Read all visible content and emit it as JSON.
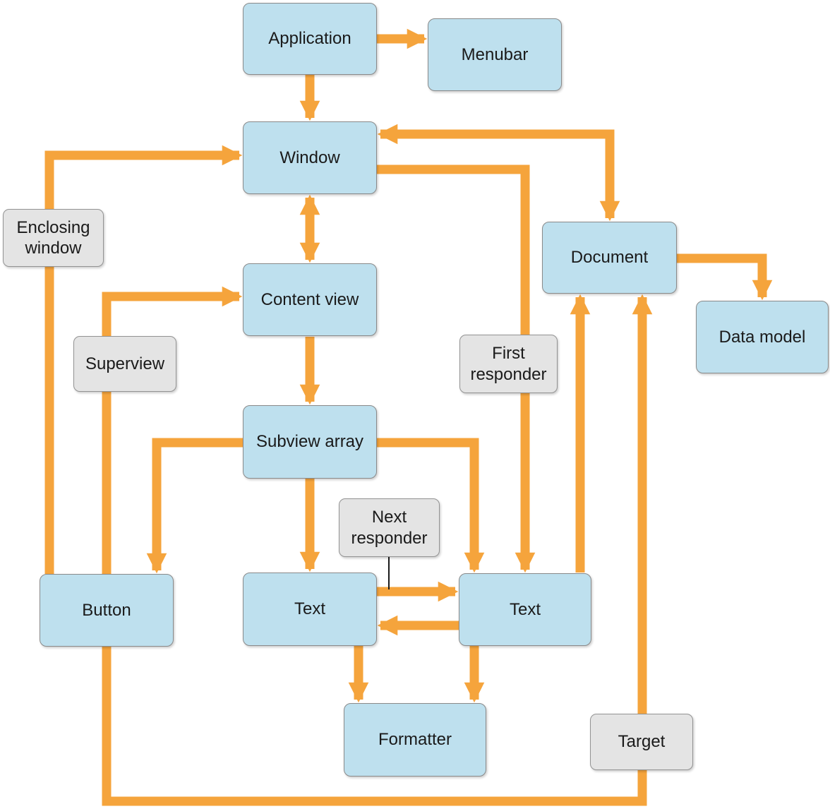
{
  "figure_type": "object-relationship diagram",
  "colors": {
    "background": "#ffffff",
    "node_fill": "#BEE0EE",
    "node_border": "#8a8a8a",
    "label_fill": "#E4E4E4",
    "label_border": "#939393",
    "arrow": "#F5A43C"
  },
  "nodes": {
    "application": {
      "label": "Application"
    },
    "menubar": {
      "label": "Menubar"
    },
    "window": {
      "label": "Window"
    },
    "content_view": {
      "label": "Content view"
    },
    "subview_array": {
      "label": "Subview array"
    },
    "button": {
      "label": "Button"
    },
    "text_left": {
      "label": "Text"
    },
    "text_right": {
      "label": "Text"
    },
    "formatter": {
      "label": "Formatter"
    },
    "document": {
      "label": "Document"
    },
    "data_model": {
      "label": "Data model"
    }
  },
  "annotations": {
    "enclosing_window": {
      "label": "Enclosing window"
    },
    "superview": {
      "label": "Superview"
    },
    "first_responder": {
      "label": "First responder"
    },
    "next_responder": {
      "label": "Next responder"
    },
    "target": {
      "label": "Target"
    }
  },
  "connections": [
    {
      "from": "Application",
      "to": "Menubar"
    },
    {
      "from": "Application",
      "to": "Window"
    },
    {
      "from": "Window",
      "to": "Content view",
      "bidirectional": true
    },
    {
      "from": "Content view",
      "to": "Subview array"
    },
    {
      "from": "Subview array",
      "to": "Button"
    },
    {
      "from": "Subview array",
      "to": "Text (left)"
    },
    {
      "from": "Subview array",
      "to": "Text (right)"
    },
    {
      "from": "Window",
      "to": "Text (right)",
      "label": "First responder"
    },
    {
      "from": "Window",
      "to": "Document",
      "bidirectional": true
    },
    {
      "from": "Text (right)",
      "to": "Document"
    },
    {
      "from": "Button",
      "to": "Document",
      "label": "Target"
    },
    {
      "from": "Button",
      "to": "Window",
      "label": "Enclosing window"
    },
    {
      "from": "Button",
      "to": "Content view",
      "label": "Superview"
    },
    {
      "from": "Text (left)",
      "to": "Text (right)",
      "label": "Next responder"
    },
    {
      "from": "Text (right)",
      "to": "Text (left)"
    },
    {
      "from": "Text (left)",
      "to": "Formatter"
    },
    {
      "from": "Text (right)",
      "to": "Formatter"
    },
    {
      "from": "Document",
      "to": "Data model"
    }
  ]
}
